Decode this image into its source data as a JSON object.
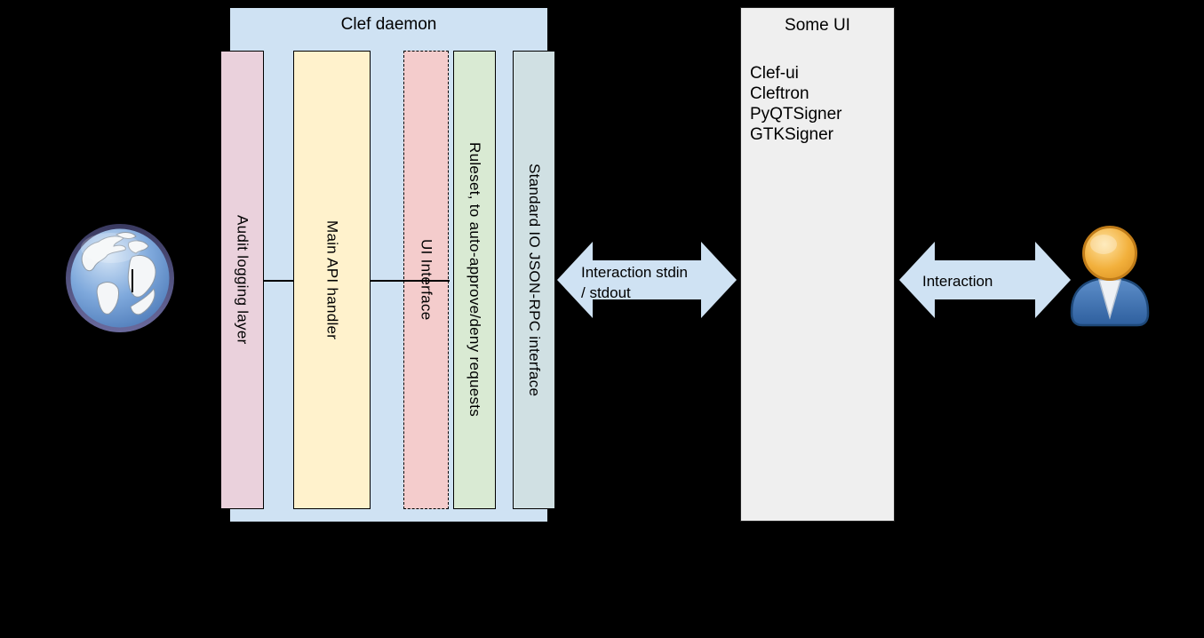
{
  "colors": {
    "background": "#000000",
    "daemon_box_fill": "#cfe2f3",
    "some_ui_fill": "#efefef",
    "arrow_fill": "#cfe2f3",
    "text": "#000000"
  },
  "clef_daemon": {
    "title": "Clef daemon",
    "columns": [
      {
        "id": "audit-logging-layer",
        "label": "Audit logging layer",
        "fill": "#ead1dc",
        "border": "solid"
      },
      {
        "id": "main-api-handler",
        "label": "Main API handler",
        "fill": "#fff2cc",
        "border": "solid"
      },
      {
        "id": "ui-interface",
        "label": "UI Interface",
        "fill": "#f4cccc",
        "border": "dashed"
      },
      {
        "id": "ruleset",
        "label": "Ruleset, to auto-approve/deny requests",
        "fill": "#d9ead3",
        "border": "solid"
      },
      {
        "id": "stdio-jsonrpc",
        "label": "Standard IO JSON-RPC interface",
        "fill": "#d0e0e3",
        "border": "solid"
      }
    ]
  },
  "some_ui": {
    "title": "Some UI",
    "items": [
      "Clef-ui",
      "Cleftron",
      "PyQTSigner",
      "GTKSigner"
    ]
  },
  "arrows": [
    {
      "id": "stdio-arrow",
      "label_lines": [
        "Interaction stdin",
        "/ stdout"
      ]
    },
    {
      "id": "user-arrow",
      "label_lines": [
        "Interaction"
      ]
    }
  ],
  "icons": [
    {
      "name": "globe-icon"
    },
    {
      "name": "user-icon"
    }
  ]
}
